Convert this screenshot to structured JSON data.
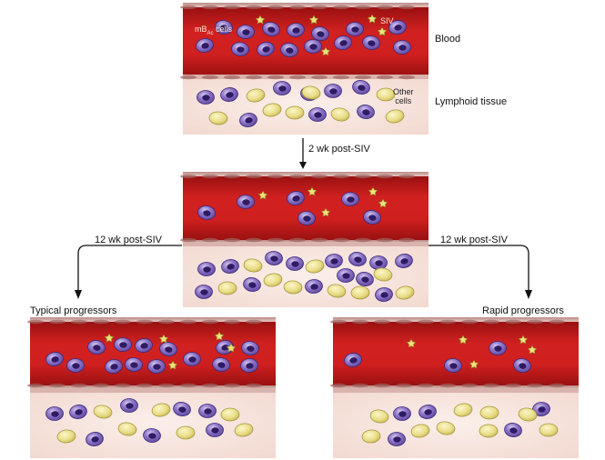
{
  "labels": {
    "blood": "Blood",
    "lymphoid_tissue": "Lymphoid tissue",
    "mbac_main": "mB",
    "mbac_sub": "Ac",
    "mbac_cells": "cells",
    "siv": "SIV",
    "other_cells_1": "Other",
    "other_cells_2": "cells",
    "arrow_2wk": "2 wk post-SIV",
    "arrow_12wk_left": "12 wk post-SIV",
    "arrow_12wk_right": "12 wk post-SIV",
    "typical": "Typical progressors",
    "rapid": "Rapid progressors"
  },
  "colors": {
    "vessel_red": "#c41a1a",
    "vessel_dark": "#8a0c0c",
    "tissue_bg": "#f8e6df",
    "b_cell": "#7b5fb6",
    "b_nucleus": "#2e1b64",
    "other_cell": "#e2d67c",
    "virion": "#e9dd6f"
  },
  "icons": [
    "b-cell-icon",
    "other-cell-icon",
    "siv-virion-icon",
    "arrow-down-icon"
  ]
}
